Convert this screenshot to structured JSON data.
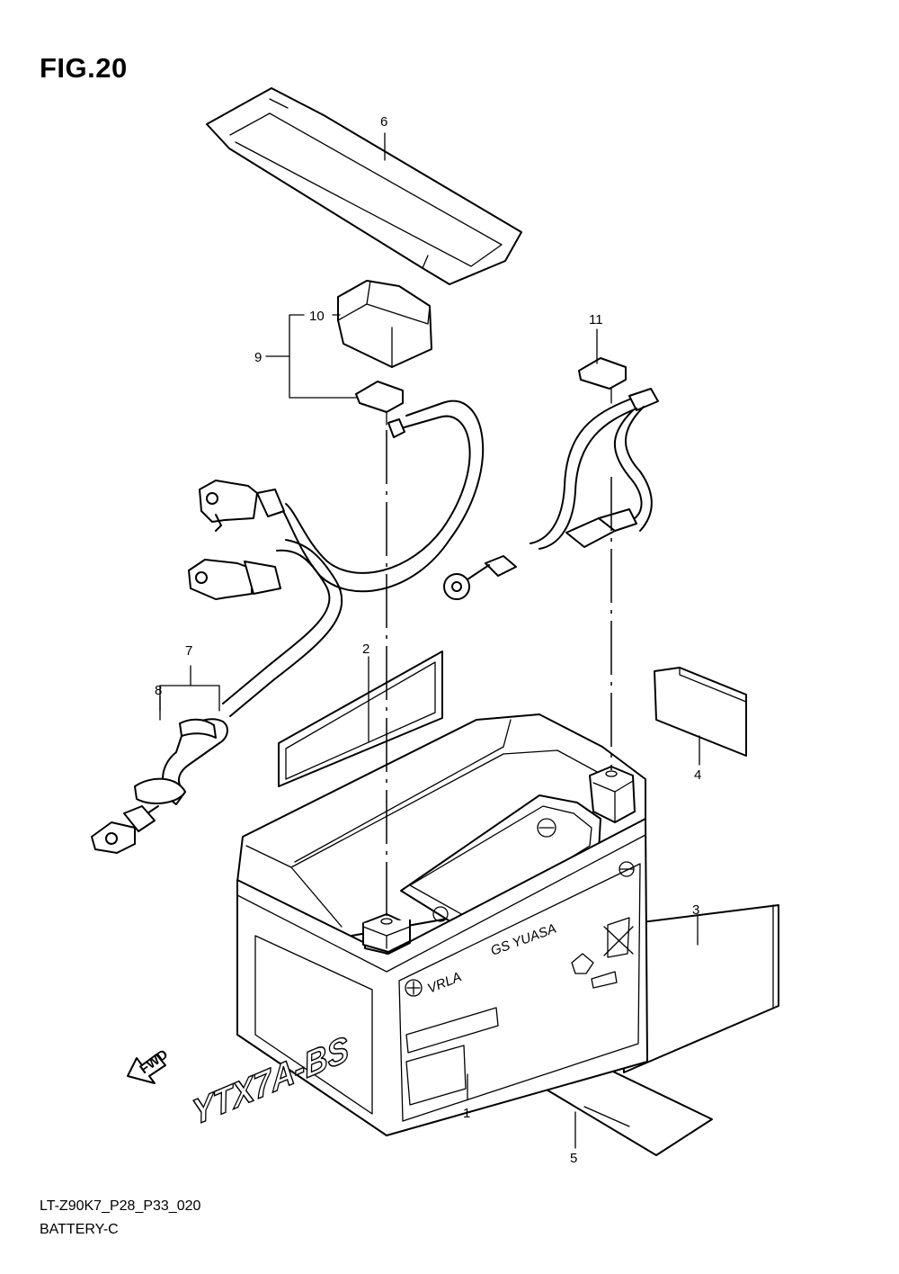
{
  "figure": {
    "title": "FIG.20"
  },
  "footer": {
    "code": "LT-Z90K7_P28_P33_020",
    "name": "BATTERY-C"
  },
  "battery": {
    "brand": "GS YUASA",
    "model": "YTX7A-BS",
    "sub_label": "VRLA"
  },
  "fwd_arrow": {
    "label": "FWD"
  },
  "callouts": [
    {
      "num": "1"
    },
    {
      "num": "2"
    },
    {
      "num": "3"
    },
    {
      "num": "4"
    },
    {
      "num": "5"
    },
    {
      "num": "6"
    },
    {
      "num": "7"
    },
    {
      "num": "8"
    },
    {
      "num": "9"
    },
    {
      "num": "10"
    },
    {
      "num": "11"
    }
  ]
}
